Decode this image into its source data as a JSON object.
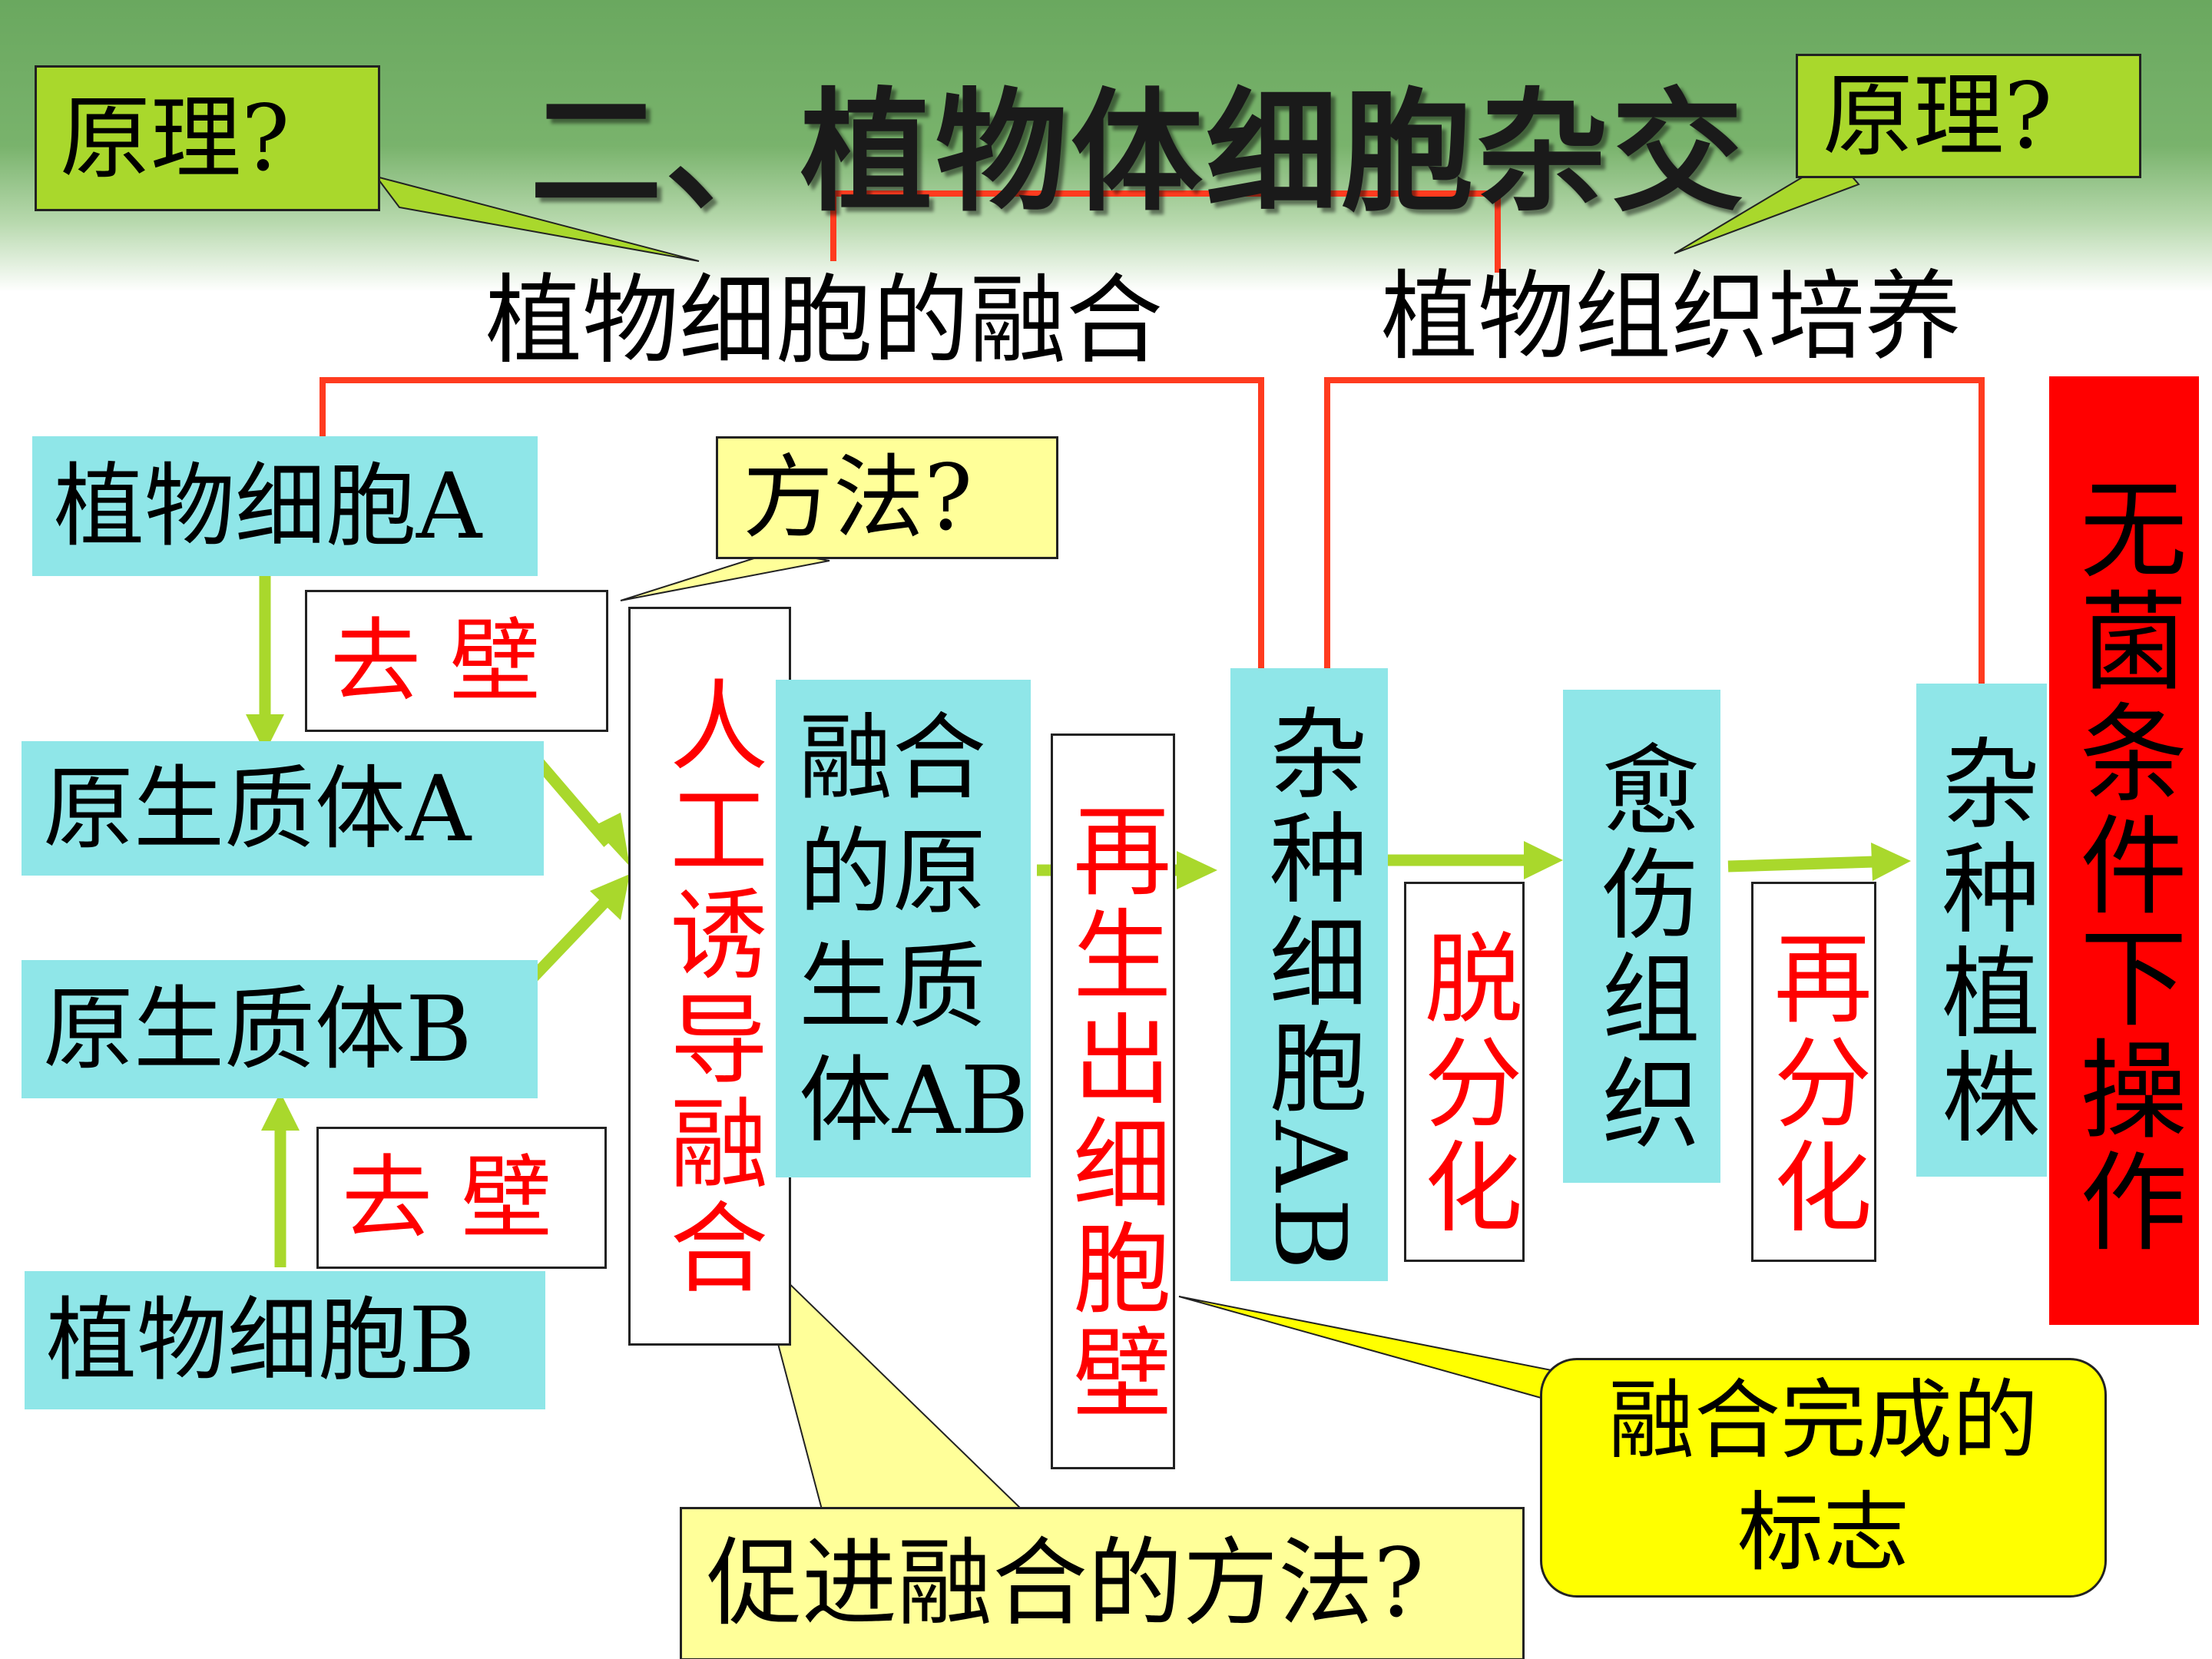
{
  "title": "二、植物体细胞杂交",
  "callouts": {
    "principle_left": "原理?",
    "principle_right": "原理?",
    "method": "方法?",
    "promote_fusion": "促进融合的方法?",
    "fusion_done": "融合完成的标志"
  },
  "stages": {
    "cell_fusion": "植物细胞的融合",
    "tissue_culture": "植物组织培养"
  },
  "nodes": {
    "cell_a": "植物细胞A",
    "cell_b": "植物细胞B",
    "protoplast_a": "原生质体A",
    "protoplast_b": "原生质体B",
    "fused_protoplast": "融合的原生质体AB",
    "hybrid_cell": "杂种细胞AB",
    "callus": "愈伤组织",
    "hybrid_plant": "杂种植株"
  },
  "steps": {
    "remove_wall_a": "去 壁",
    "remove_wall_b": "去 壁",
    "induced_fusion": "人工诱导融合",
    "regenerate_wall": "再生出细胞壁",
    "dedifferentiation": "脱分化",
    "redifferentiation": "再分化"
  },
  "sterile_condition": "无菌条件下操作",
  "colors": {
    "node_fill": "#8fe6e8",
    "arrow": "#a9d82c",
    "bracket": "#ff3b1f",
    "step_text": "#ff0000",
    "callout_lime": "#a9d82c",
    "callout_yellow": "#ffff99",
    "callout_bright_yellow": "#ffff00",
    "sterile_box": "#ff0000"
  }
}
